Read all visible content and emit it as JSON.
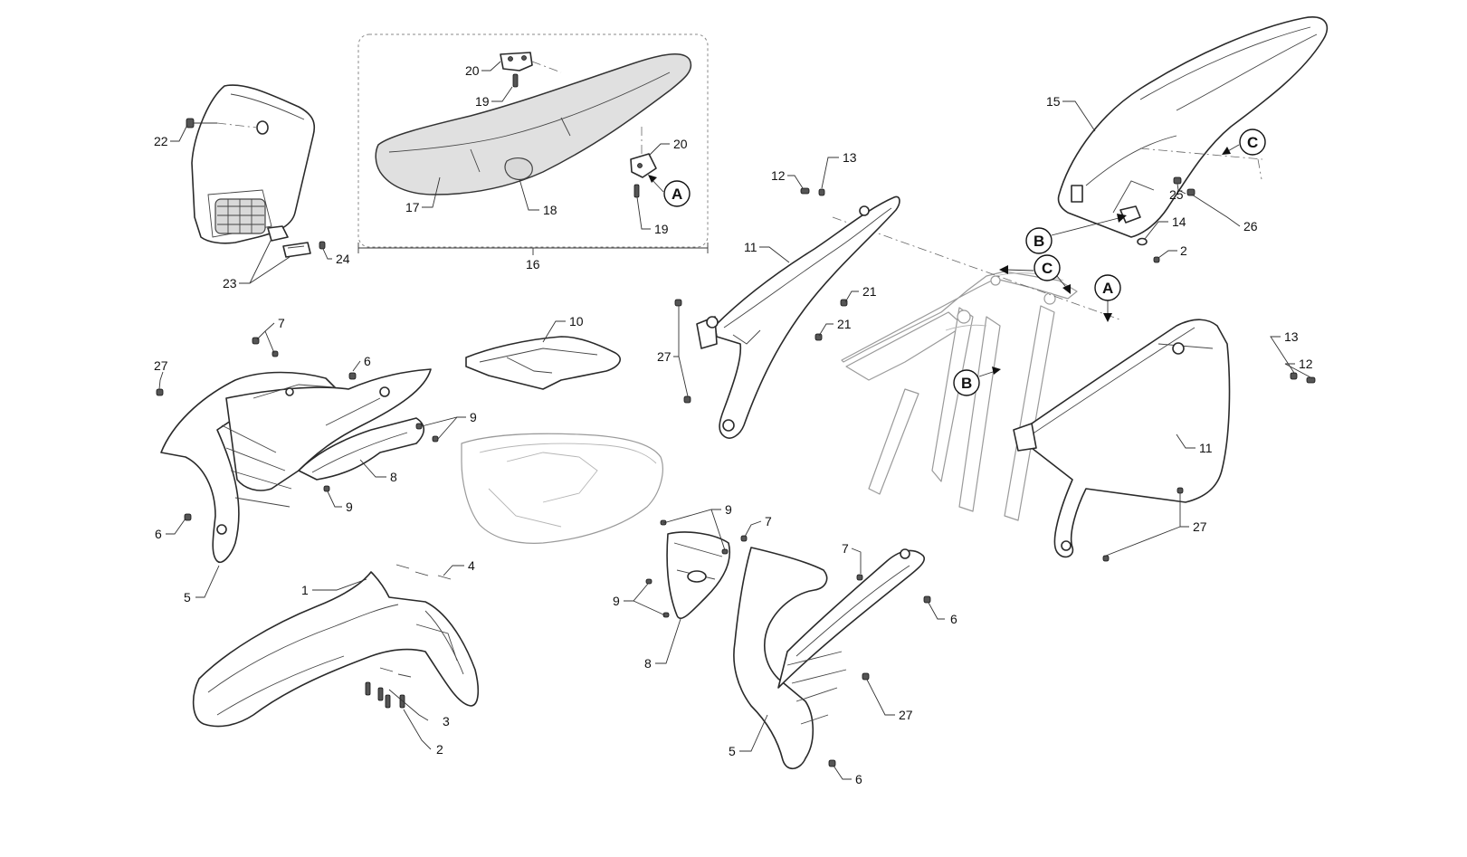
{
  "callouts": {
    "c1": "1",
    "c2a": "2",
    "c2b": "2",
    "c3": "3",
    "c4": "4",
    "c5a": "5",
    "c5b": "5",
    "c6a": "6",
    "c6b": "6",
    "c6c": "6",
    "c6d": "6",
    "c7a": "7",
    "c7b": "7",
    "c7c": "7",
    "c8a": "8",
    "c8b": "8",
    "c9a": "9",
    "c9b": "9",
    "c9c": "9",
    "c9d": "9",
    "c10": "10",
    "c11a": "11",
    "c11b": "11",
    "c12a": "12",
    "c12b": "12",
    "c13a": "13",
    "c13b": "13",
    "c14": "14",
    "c15": "15",
    "c16": "16",
    "c17": "17",
    "c18": "18",
    "c19a": "19",
    "c19b": "19",
    "c20a": "20",
    "c20b": "20",
    "c21a": "21",
    "c21b": "21",
    "c22": "22",
    "c23": "23",
    "c24": "24",
    "c25": "25",
    "c26": "26",
    "c27a": "27",
    "c27b": "27",
    "c27c": "27",
    "c27d": "27"
  },
  "references": {
    "a1": "A",
    "a2": "A",
    "b1": "B",
    "b2": "B",
    "c1": "C",
    "c2": "C"
  },
  "colors": {
    "line": "#2a2a2a",
    "ghost": "#9a9a9a",
    "seat_fill": "#e0e0e0",
    "background": "#ffffff"
  }
}
